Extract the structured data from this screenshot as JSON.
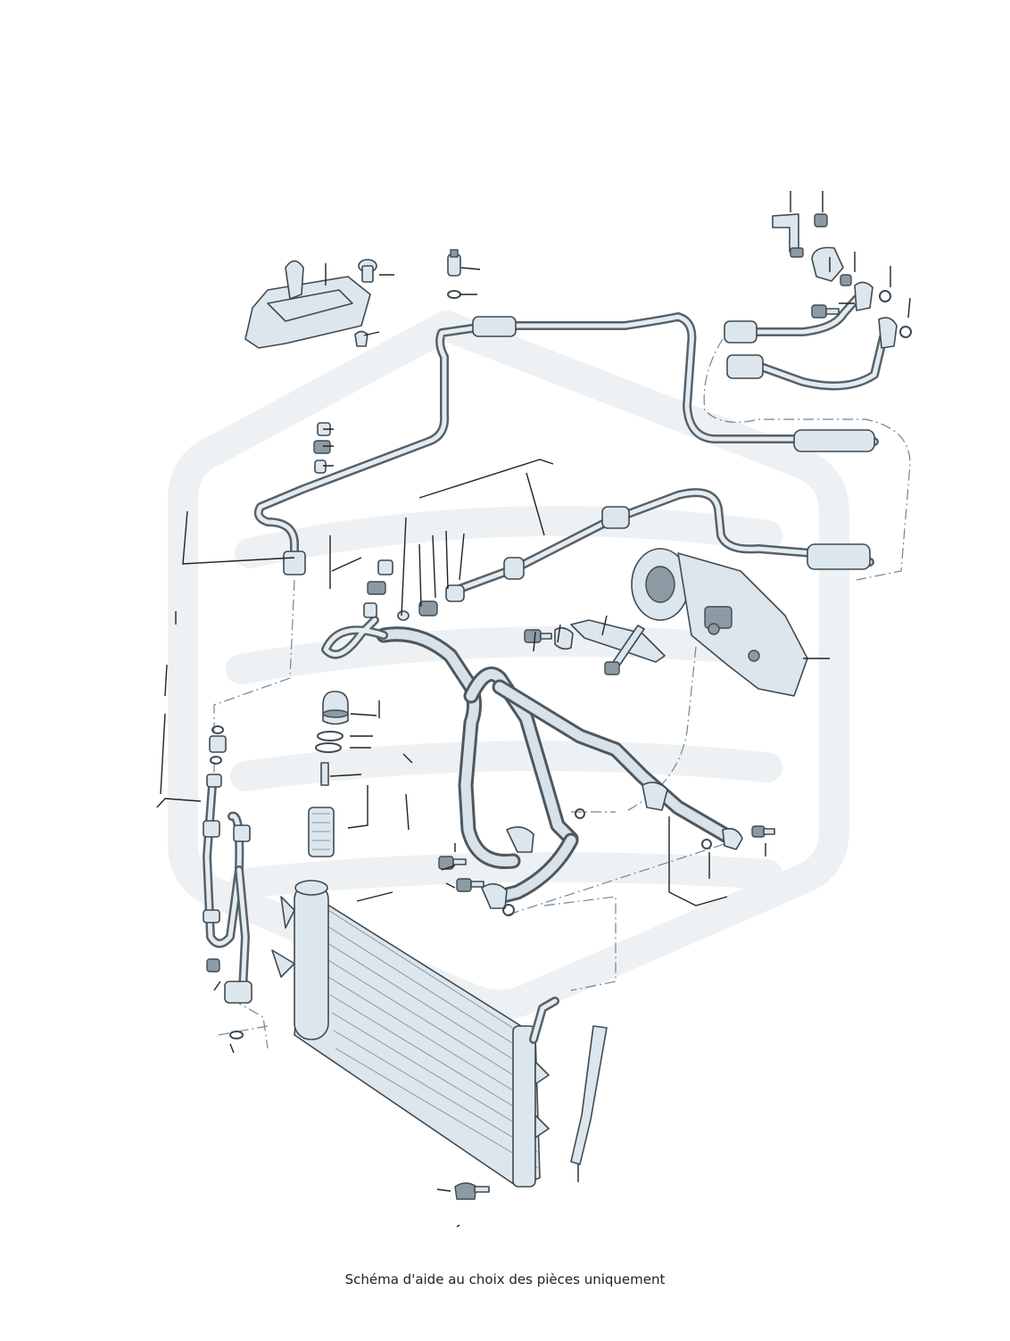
{
  "diagram": {
    "caption": "Schéma d'aide au choix des pièces uniquement",
    "watermark": "brand-logo-watermark",
    "colors": {
      "line": "#3f4a52",
      "part_fill": "#dde6ec",
      "dash": "#6d8796",
      "watermark": "#eef1f3"
    },
    "parts": [
      "bracket-top-left",
      "screw-top",
      "nut-clip",
      "service-valve-top",
      "o-ring-top",
      "pipe-suction-upper",
      "hose-rear-upper",
      "hose-rear-lower",
      "bracket-top-right",
      "nut-top-right",
      "clamp-top-right",
      "o-ring-right-1",
      "o-ring-right-2",
      "screw-right",
      "pressure-switch",
      "hose-pressure",
      "compressor",
      "bracket-compressor",
      "bolt-compressor",
      "screw-compressor",
      "receiver-drier-cap",
      "o-ring-drier-1",
      "o-ring-drier-2",
      "desiccant-cartridge",
      "pipe-condenser-left",
      "condenser",
      "screw-condenser",
      "seal-strip",
      "screw-lower-1",
      "screw-lower-2",
      "clamp-lower",
      "screw-lower-right"
    ]
  }
}
